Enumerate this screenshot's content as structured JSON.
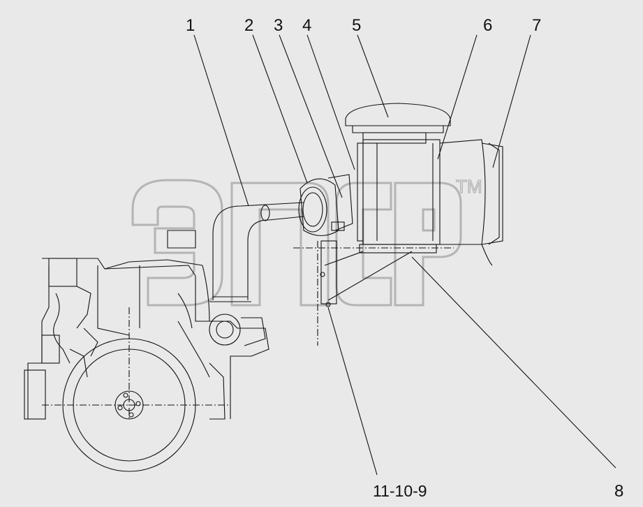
{
  "callouts": {
    "c1": "1",
    "c2": "2",
    "c3": "3",
    "c4": "4",
    "c5": "5",
    "c6": "6",
    "c7": "7",
    "c8": "8"
  },
  "reference": "11-10-9",
  "watermark": {
    "text": "эпср",
    "mark": "TM"
  },
  "colors": {
    "background": "#e9e9e9",
    "line": "#111111",
    "watermark_outline": "#b4b4b4"
  }
}
